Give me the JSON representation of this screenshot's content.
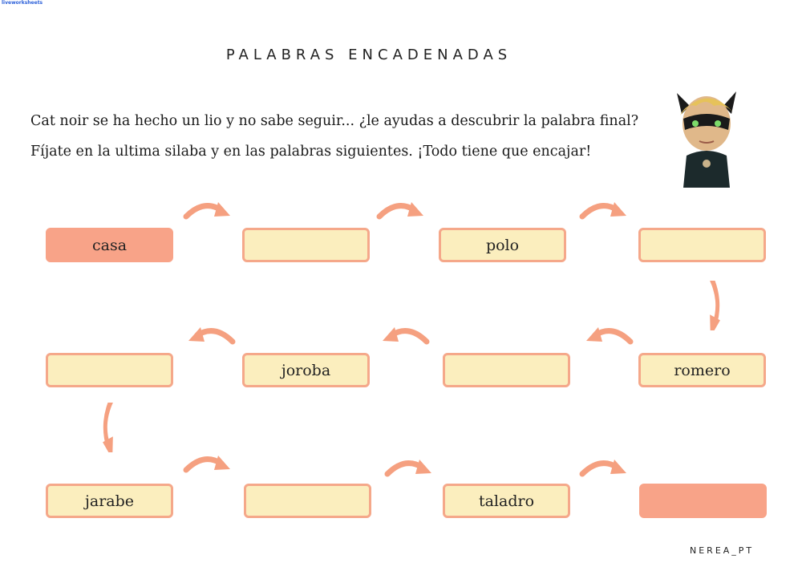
{
  "watermark": "liveworksheets",
  "title": "PALABRAS ENCADENADAS",
  "instructions": [
    "Cat noir se ha hecho un lio y no sabe seguir... ¿le ayudas a descubrir la palabra final?",
    "Fíjate en la ultima silaba y en las palabras siguientes. ¡Todo tiene que encajar!"
  ],
  "character": "Cat Noir",
  "colors": {
    "box_border": "#f5a88a",
    "box_fill": "#fbeebe",
    "highlight": "#f8a388",
    "arrow": "#f5a080"
  },
  "icons": {
    "arrow": "curved-arrow-icon"
  },
  "boxes": [
    {
      "value": "casa",
      "state": "start"
    },
    {
      "value": "",
      "state": "blank"
    },
    {
      "value": "polo",
      "state": "given"
    },
    {
      "value": "",
      "state": "blank"
    },
    {
      "value": "romero",
      "state": "given"
    },
    {
      "value": "",
      "state": "blank"
    },
    {
      "value": "joroba",
      "state": "given"
    },
    {
      "value": "",
      "state": "blank"
    },
    {
      "value": "jarabe",
      "state": "given"
    },
    {
      "value": "",
      "state": "blank"
    },
    {
      "value": "taladro",
      "state": "given"
    },
    {
      "value": "",
      "state": "final"
    }
  ],
  "credit": "NEREA_PT"
}
